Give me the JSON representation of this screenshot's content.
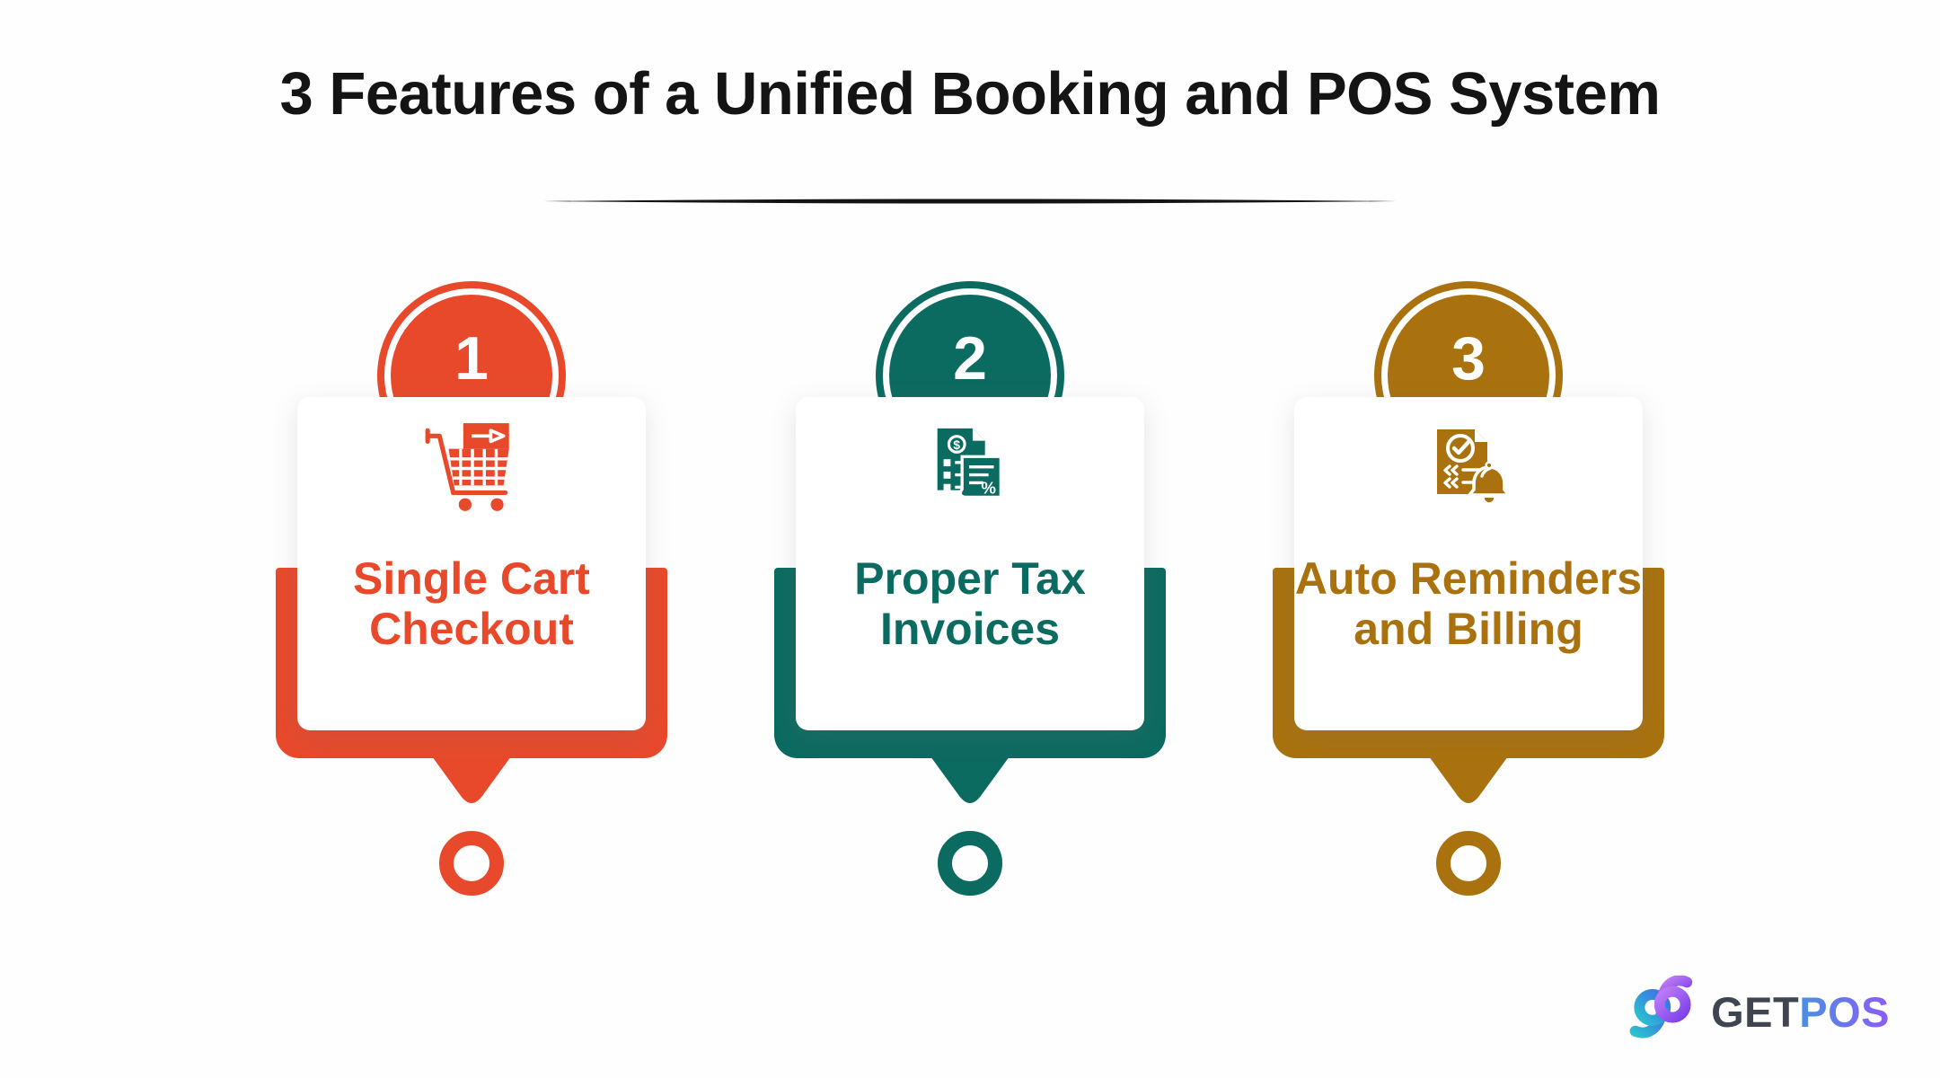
{
  "title": "3 Features of a Unified Booking and POS System",
  "divider_color": "#141414",
  "features": [
    {
      "number": "1",
      "label_line1": "Single Cart",
      "label_line2": "Checkout",
      "accent_color": "#E8492B",
      "icon": "shopping-cart-checkout-icon"
    },
    {
      "number": "2",
      "label_line1": "Proper Tax",
      "label_line2": "Invoices",
      "accent_color": "#0C6B61",
      "icon": "tax-invoice-icon"
    },
    {
      "number": "3",
      "label_line1": "Auto Reminders",
      "label_line2": "and Billing",
      "accent_color": "#A9720F",
      "icon": "document-reminder-bell-icon"
    }
  ],
  "logo": {
    "get": "GET",
    "pos": "POS",
    "get_color": "#3F4652",
    "pos_gradient_from": "#4A90E2",
    "pos_gradient_to": "#8B5CF6",
    "monogram": {
      "g_from": "#2BC0CE",
      "g_to": "#3D6FE8",
      "p_from": "#C07CF8",
      "p_to": "#7A3FE8"
    }
  }
}
